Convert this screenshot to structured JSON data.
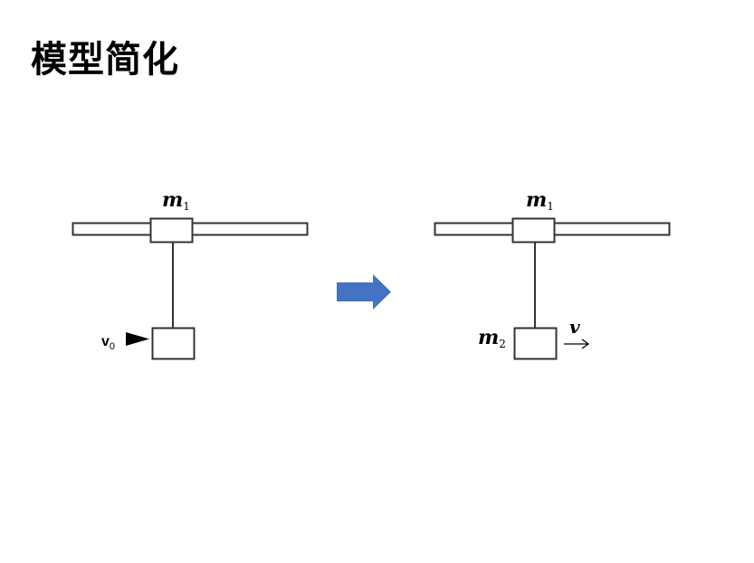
{
  "title": "模型简化",
  "colors": {
    "line": "#333333",
    "arrow_fill": "#4472C4",
    "text": "#000000",
    "background": "#ffffff"
  },
  "left_diagram": {
    "slider_label": {
      "symbol": "m",
      "subscript": "1"
    },
    "hanging_block_label": null,
    "velocity_label": {
      "symbol": "v",
      "subscript": "0"
    },
    "velocity_arrow": "filled-triangle-right"
  },
  "transition_arrow": {
    "icon": "right-arrow-icon",
    "direction": "right"
  },
  "right_diagram": {
    "slider_label": {
      "symbol": "m",
      "subscript": "1"
    },
    "hanging_block_label": {
      "symbol": "m",
      "subscript": "2"
    },
    "velocity_label": {
      "symbol": "v"
    },
    "velocity_arrow": "thin-arrow-right"
  }
}
